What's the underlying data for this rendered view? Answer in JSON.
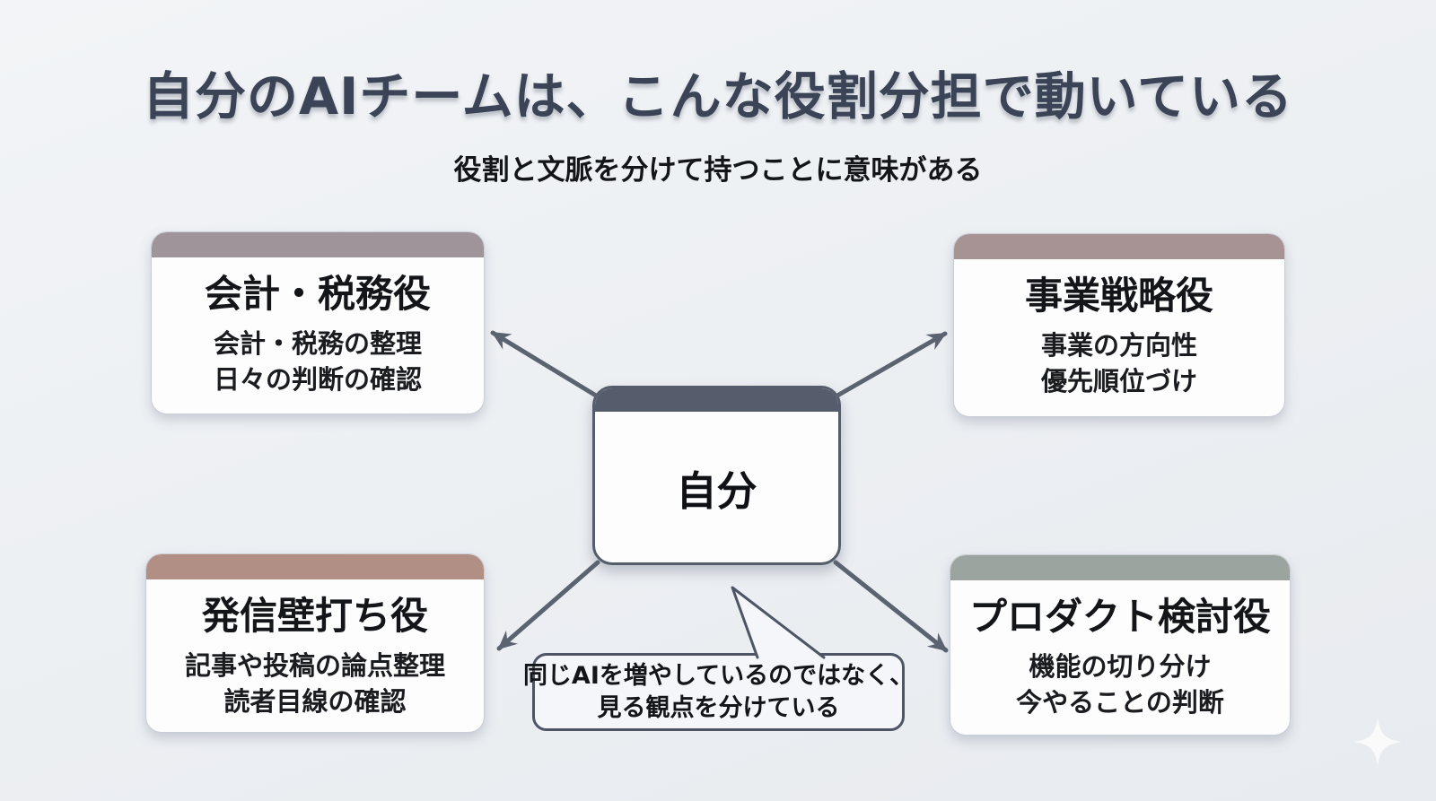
{
  "title": "自分のAIチームは、こんな役割分担で動いている",
  "subtitle": "役割と文脈を分けて持つことに意味がある",
  "center_card": {
    "label": "自分",
    "header_color": "#555c6b"
  },
  "cards": {
    "top_left": {
      "title": "会計・税務役",
      "line1": "会計・税務の整理",
      "line2": "日々の判断の確認",
      "header_color": "#9e949a"
    },
    "top_right": {
      "title": "事業戦略役",
      "line1": "事業の方向性",
      "line2": "優先順位づけ",
      "header_color": "#a89394"
    },
    "bottom_left": {
      "title": "発信壁打ち役",
      "line1": "記事や投稿の論点整理",
      "line2": "読者目線の確認",
      "header_color": "#b28f85"
    },
    "bottom_right": {
      "title": "プロダクト検討役",
      "line1": "機能の切り分け",
      "line2": "今やることの判断",
      "header_color": "#9ca49f"
    }
  },
  "bubble": {
    "line1": "同じAIを増やしているのではなく、",
    "line2": "見る観点を分けている"
  },
  "colors": {
    "title_text": "#3b4456",
    "arrow": "#5b6270",
    "bubble_border": "#4d5566",
    "bubble_fill": "#f4f6f9",
    "sparkle": "#ffffff"
  }
}
